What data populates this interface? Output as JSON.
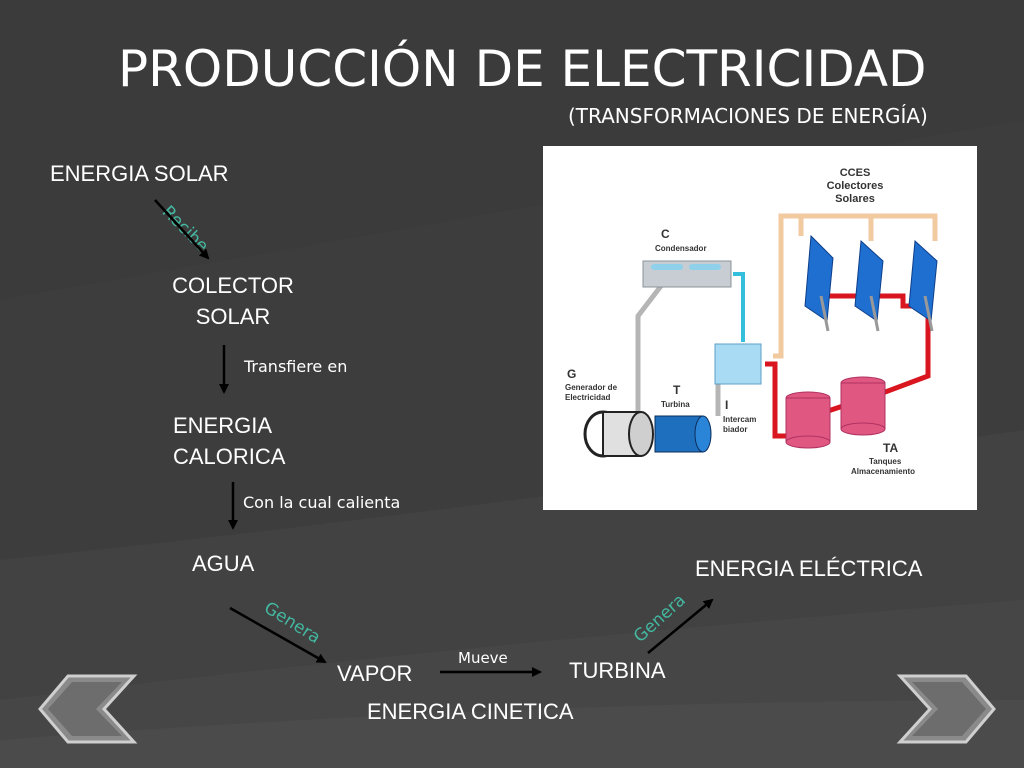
{
  "slide": {
    "title": "PRODUCCIÓN DE ELECTRICIDAD",
    "subtitle": "(TRANSFORMACIONES DE ENERGÍA)"
  },
  "flow": {
    "energia_solar": "ENERGIA SOLAR",
    "recibe": "Recibe",
    "colector_line1": "COLECTOR",
    "colector_line2": "SOLAR",
    "transfiere": "Transfiere en",
    "calorica_line1": "ENERGIA",
    "calorica_line2": "CALORICA",
    "calienta": "Con la cual calienta",
    "agua": "AGUA",
    "genera_1": "Genera",
    "vapor": "VAPOR",
    "mueve": "Mueve",
    "turbina": "TURBINA",
    "genera_2": "Genera",
    "electrica": "ENERGIA ELÉCTRICA",
    "cinetica": "ENERGIA CINETICA"
  },
  "plant_image": {
    "cces": "CCES",
    "colectores": "Colectores",
    "solares": "Solares",
    "c": "C",
    "condensador": "Condensador",
    "g": "G",
    "generador_1": "Generador de",
    "generador_2": "Electricidad",
    "t": "T",
    "turbina": "Turbina",
    "i": "I",
    "intercam_1": "Intercam",
    "intercam_2": "biador",
    "ta": "TA",
    "tanques": "Tanques",
    "almacenamiento": "Almacenamiento"
  },
  "colors": {
    "background": "#3a3a3a",
    "accent_label": "#43b7a0",
    "text": "#ffffff"
  },
  "icons": {
    "prev": "chevron-left-icon",
    "next": "chevron-right-icon"
  }
}
